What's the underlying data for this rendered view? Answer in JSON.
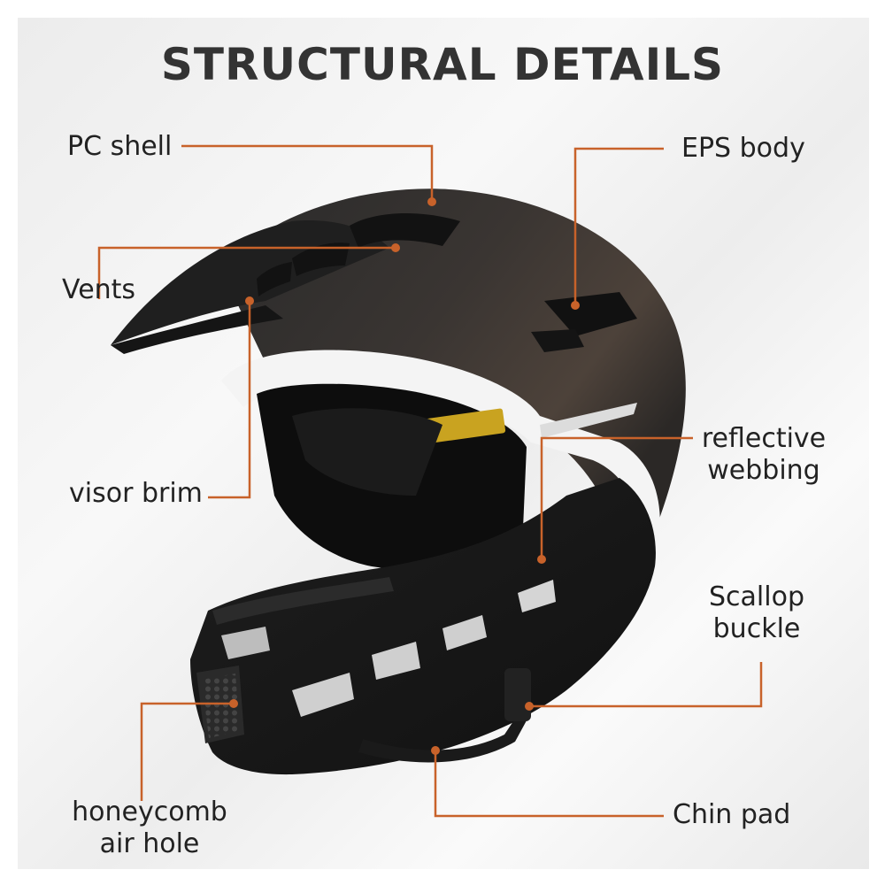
{
  "title": "STRUCTURAL DETAILS",
  "accent_color": "#c8622a",
  "labels": {
    "pc_shell": "PC shell",
    "eps_body": "EPS body",
    "vents": "Vents",
    "visor_brim": "visor brim",
    "reflective_line1": "reflective",
    "reflective_line2": "webbing",
    "scallop_line1": "Scallop",
    "scallop_line2": "buckle",
    "honeycomb_line1": "honeycomb",
    "honeycomb_line2": "air hole",
    "chin_pad": "Chin pad"
  }
}
